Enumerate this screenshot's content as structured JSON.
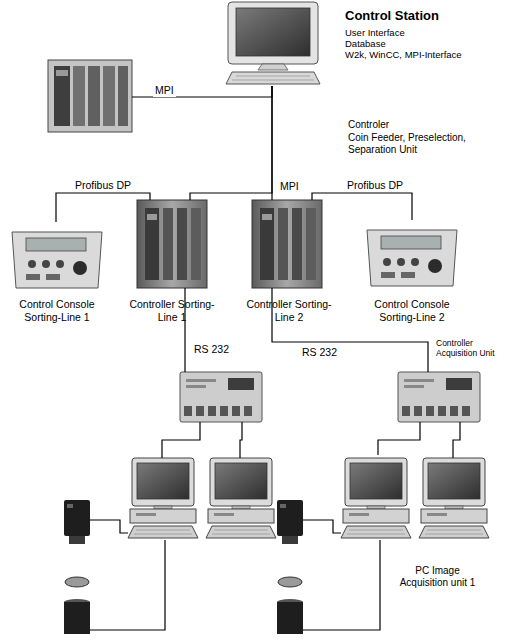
{
  "diagram": {
    "nodes": [
      {
        "text": [
          "Control Station",
          "User Interface",
          "Database",
          "W2k, WinCC, MPI-Interface"
        ]
      },
      {
        "text": [
          "Controler",
          "Coin Feeder, Preselection, Separation Unit"
        ]
      },
      {
        "text": [
          "Control Console Sorting-Line 1"
        ]
      },
      {
        "text": [
          "Controller Sorting-Line 1"
        ]
      },
      {
        "text": [
          "Controller Sorting-Line 2"
        ]
      },
      {
        "text": [
          "Control Console Sorting-Line 2"
        ]
      },
      {
        "text": [
          "Controller Acquisition Unit"
        ]
      },
      {
        "text": [
          "PC Image Acquisition unit 1"
        ]
      }
    ],
    "edges": [
      {
        "from": 0,
        "to": 1,
        "label": "MPI",
        "arrow": "none"
      },
      {
        "from": 0,
        "to": 3,
        "label": "MPI",
        "arrow": "none"
      },
      {
        "from": 0,
        "to": 4,
        "arrow": "none"
      },
      {
        "from": 3,
        "to": 2,
        "label": "Profibus DP",
        "arrow": "none"
      },
      {
        "from": 4,
        "to": 5,
        "label": "Profibus DP",
        "arrow": "none"
      },
      {
        "from": 4,
        "to": 6,
        "label": "RS 232",
        "arrow": "none"
      },
      {
        "from": 6,
        "to": 7,
        "arrow": "none"
      }
    ],
    "labels": [
      "RS 232"
    ]
  }
}
